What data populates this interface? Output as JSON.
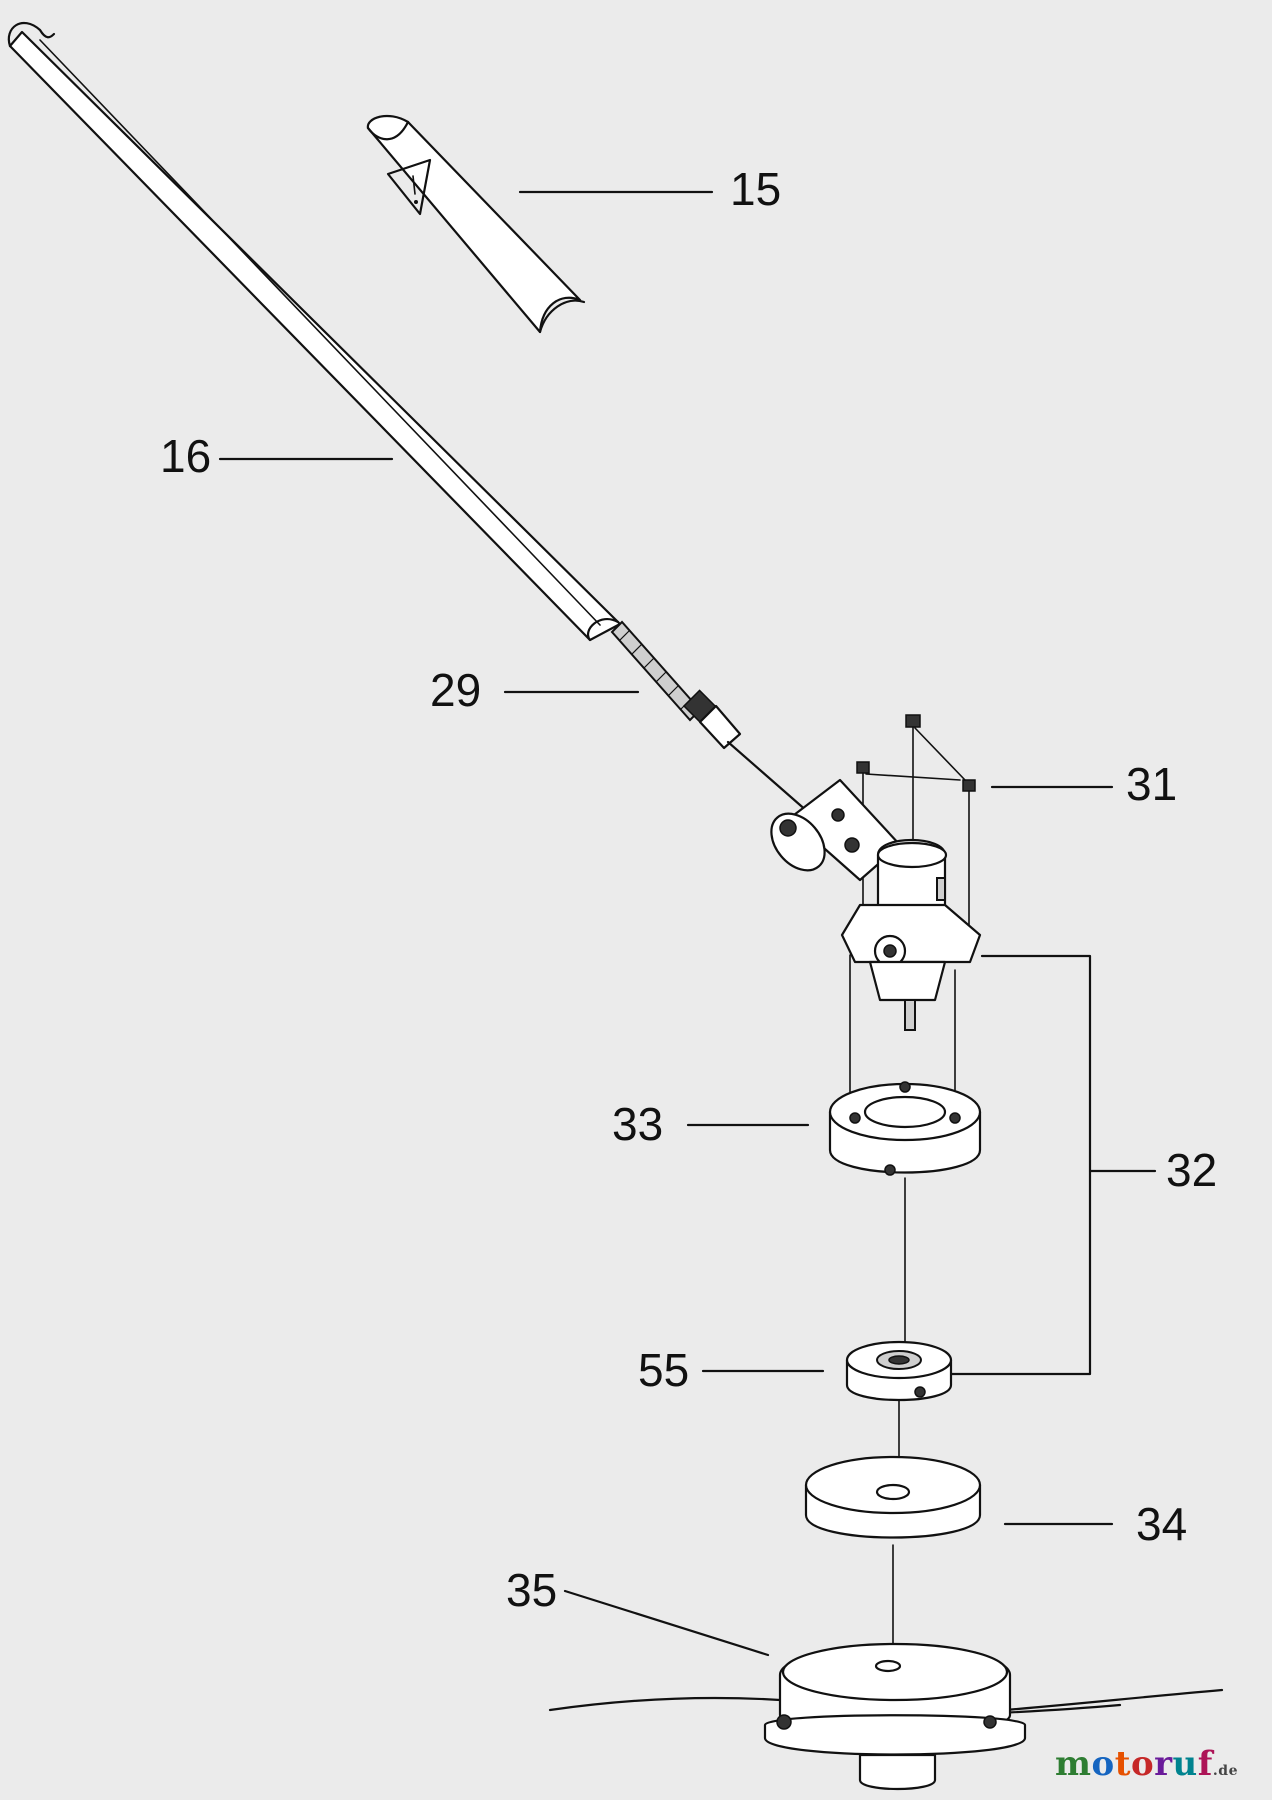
{
  "diagram": {
    "parts": [
      {
        "number": "15",
        "name": "warning-decal"
      },
      {
        "number": "16",
        "name": "shaft-tube"
      },
      {
        "number": "29",
        "name": "drive-cable"
      },
      {
        "number": "31",
        "name": "screws"
      },
      {
        "number": "32",
        "name": "gearbox-assembly"
      },
      {
        "number": "33",
        "name": "bearing-housing"
      },
      {
        "number": "55",
        "name": "bearing"
      },
      {
        "number": "34",
        "name": "cup-washer"
      },
      {
        "number": "35",
        "name": "trimmer-head"
      }
    ]
  },
  "watermark": {
    "text": "motoruf",
    "suffix": ".de",
    "colors": [
      "#2e7d32",
      "#1565c0",
      "#e65100",
      "#c62828",
      "#6a1b9a",
      "#00838f",
      "#ad1457"
    ]
  }
}
